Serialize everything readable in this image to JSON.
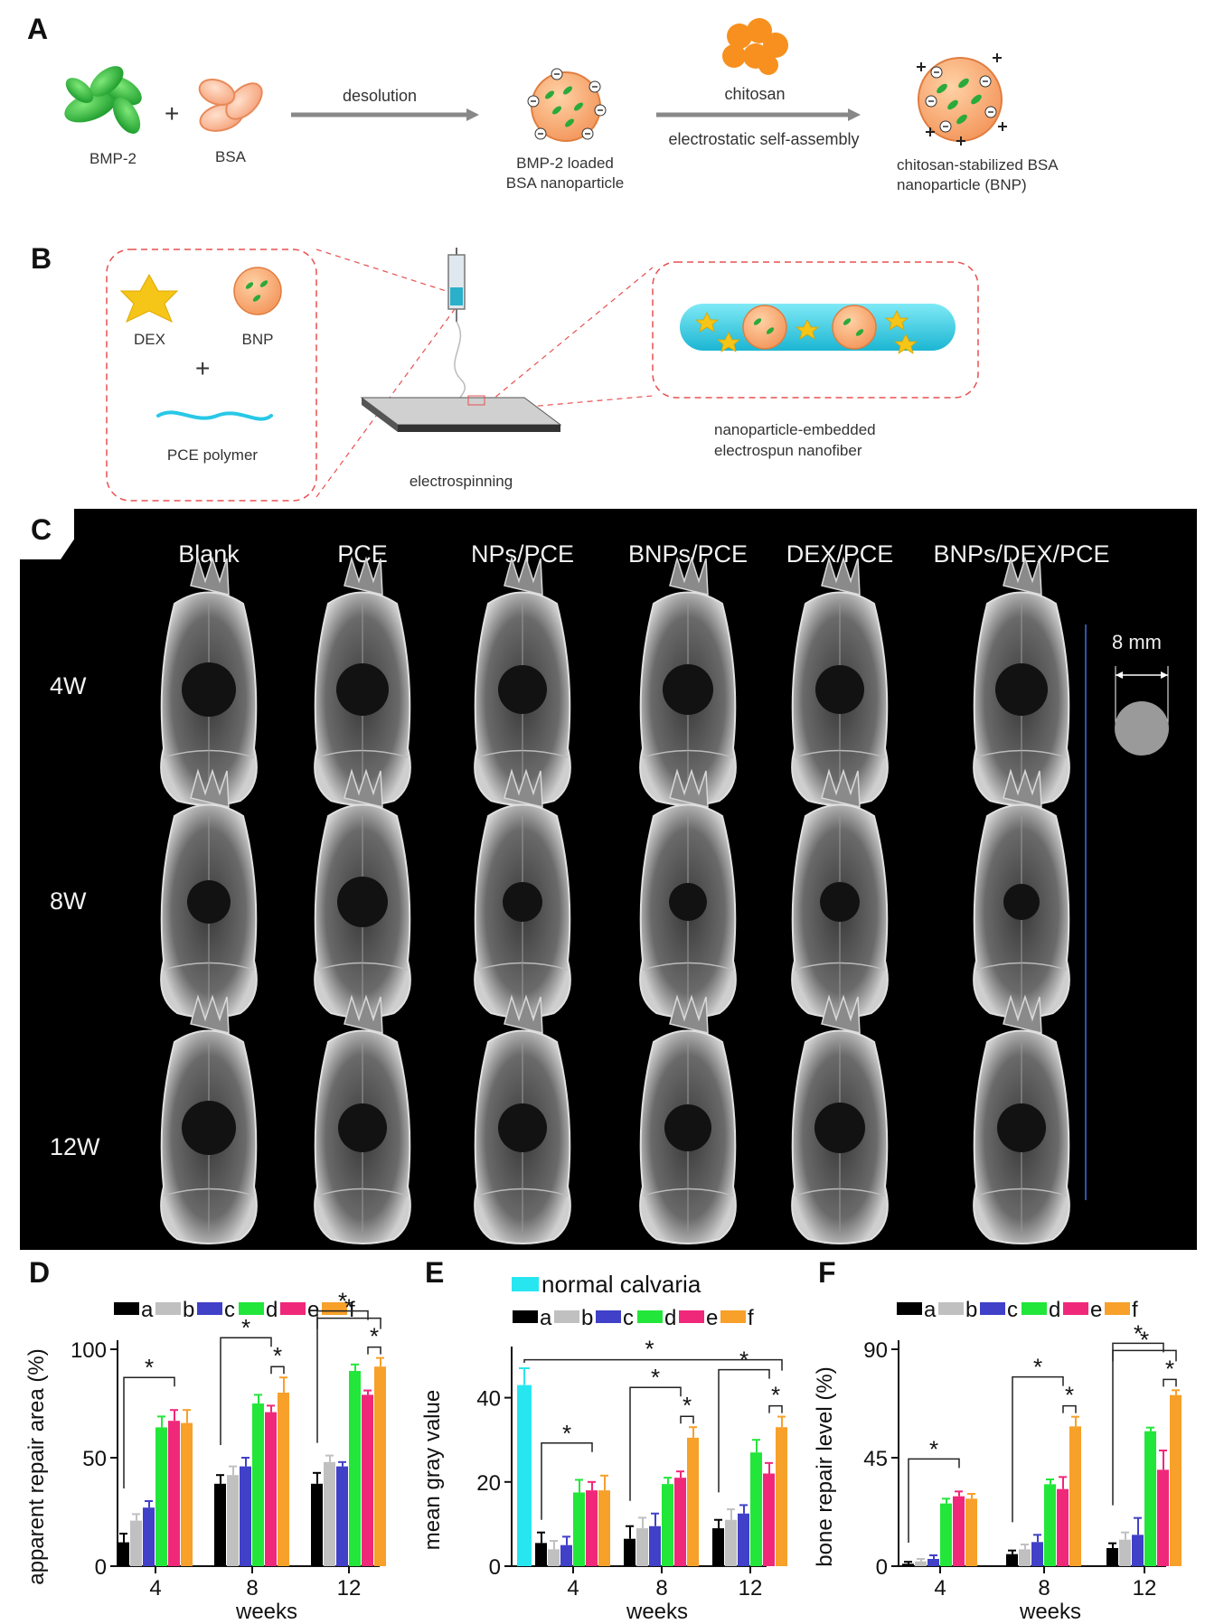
{
  "panel_a": {
    "letter": "A",
    "bmp2": "BMP-2",
    "bsa": "BSA",
    "plus": "+",
    "step1": "desolution",
    "loaded_line1": "BMP-2 loaded",
    "loaded_line2": "BSA nanoparticle",
    "step2_top": "chitosan",
    "step2_bottom": "electrostatic self-assembly",
    "bnp_line1": "chitosan-stabilized BSA",
    "bnp_line2": "nanoparticle (BNP)"
  },
  "panel_b": {
    "letter": "B",
    "dex": "DEX",
    "bnp": "BNP",
    "plus": "+",
    "polymer": "PCE polymer",
    "process": "electrospinning",
    "fiber_line1": "nanoparticle-embedded",
    "fiber_line2": "electrospun nanofiber"
  },
  "panel_c": {
    "letter": "C",
    "columns": [
      "Blank",
      "PCE",
      "NPs/PCE",
      "BNPs/PCE",
      "DEX/PCE",
      "BNPs/DEX/PCE"
    ],
    "rows": [
      "4W",
      "8W",
      "12W"
    ],
    "scale": "8 mm"
  },
  "colors": {
    "a": "#000000",
    "b": "#c0c0c0",
    "c": "#4040c8",
    "d": "#22e63a",
    "e": "#f0287a",
    "f": "#f7a02a",
    "normal": "#28e6f0"
  },
  "chart_data": [
    {
      "type": "bar",
      "panel": "D",
      "legend": [
        "a",
        "b",
        "c",
        "d",
        "e",
        "f"
      ],
      "categories": [
        "4",
        "8",
        "12"
      ],
      "xlabel": "weeks",
      "ylabel": "apparent repair area (%)",
      "ylim": [
        0,
        100
      ],
      "yticks": [
        "0",
        "50",
        "100"
      ],
      "series": [
        {
          "name": "a",
          "values": [
            11,
            38,
            38
          ],
          "errors": [
            4,
            4,
            5
          ]
        },
        {
          "name": "b",
          "values": [
            21,
            42,
            48
          ],
          "errors": [
            3,
            4,
            3
          ]
        },
        {
          "name": "c",
          "values": [
            27,
            46,
            46
          ],
          "errors": [
            3,
            4,
            2
          ]
        },
        {
          "name": "d",
          "values": [
            64,
            75,
            90
          ],
          "errors": [
            5,
            4,
            3
          ]
        },
        {
          "name": "e",
          "values": [
            67,
            71,
            79
          ],
          "errors": [
            5,
            3,
            2
          ]
        },
        {
          "name": "f",
          "values": [
            66,
            80,
            92
          ],
          "errors": [
            6,
            7,
            4
          ]
        }
      ],
      "annotations": [
        "*",
        "*",
        "*",
        "*",
        "*",
        "*"
      ]
    },
    {
      "type": "bar",
      "panel": "E",
      "legend_top": "normal calvaria",
      "legend": [
        "a",
        "b",
        "c",
        "d",
        "e",
        "f"
      ],
      "categories": [
        "4",
        "8",
        "12"
      ],
      "xlabel": "weeks",
      "ylabel": "mean gray value",
      "ylim": [
        0,
        50
      ],
      "yticks": [
        "0",
        "20",
        "40"
      ],
      "normal": {
        "value": 43,
        "error": 4
      },
      "series": [
        {
          "name": "a",
          "values": [
            5.5,
            6.5,
            9
          ],
          "errors": [
            2.5,
            3,
            2
          ]
        },
        {
          "name": "b",
          "values": [
            4,
            9,
            11
          ],
          "errors": [
            2,
            2.5,
            2.5
          ]
        },
        {
          "name": "c",
          "values": [
            5,
            9.5,
            12.5
          ],
          "errors": [
            2,
            3,
            2
          ]
        },
        {
          "name": "d",
          "values": [
            17.5,
            19.5,
            27
          ],
          "errors": [
            3,
            1.5,
            3
          ]
        },
        {
          "name": "e",
          "values": [
            18,
            21,
            22
          ],
          "errors": [
            2,
            1.5,
            2.5
          ]
        },
        {
          "name": "f",
          "values": [
            18,
            30.5,
            33
          ],
          "errors": [
            3.5,
            2.5,
            2.5
          ]
        }
      ],
      "annotations": [
        "*",
        "*",
        "*",
        "*",
        "*",
        "*",
        "*"
      ]
    },
    {
      "type": "bar",
      "panel": "F",
      "legend": [
        "a",
        "b",
        "c",
        "d",
        "e",
        "f"
      ],
      "categories": [
        "4",
        "8",
        "12"
      ],
      "xlabel": "weeks",
      "ylabel": "bone repair level (%)",
      "ylim": [
        0,
        90
      ],
      "yticks": [
        "0",
        "45",
        "90"
      ],
      "series": [
        {
          "name": "a",
          "values": [
            1,
            5,
            7.5
          ],
          "errors": [
            0.8,
            1.5,
            2
          ]
        },
        {
          "name": "b",
          "values": [
            2,
            7,
            11
          ],
          "errors": [
            1,
            2,
            3
          ]
        },
        {
          "name": "c",
          "values": [
            3,
            10,
            13
          ],
          "errors": [
            1.5,
            3,
            7
          ]
        },
        {
          "name": "d",
          "values": [
            26,
            34,
            56
          ],
          "errors": [
            2,
            2,
            1.5
          ]
        },
        {
          "name": "e",
          "values": [
            29,
            32,
            40
          ],
          "errors": [
            2,
            5,
            8
          ]
        },
        {
          "name": "f",
          "values": [
            28,
            58,
            71
          ],
          "errors": [
            2,
            4,
            2
          ]
        }
      ],
      "annotations": [
        "*",
        "*",
        "*",
        "*",
        "*",
        "*"
      ]
    }
  ]
}
